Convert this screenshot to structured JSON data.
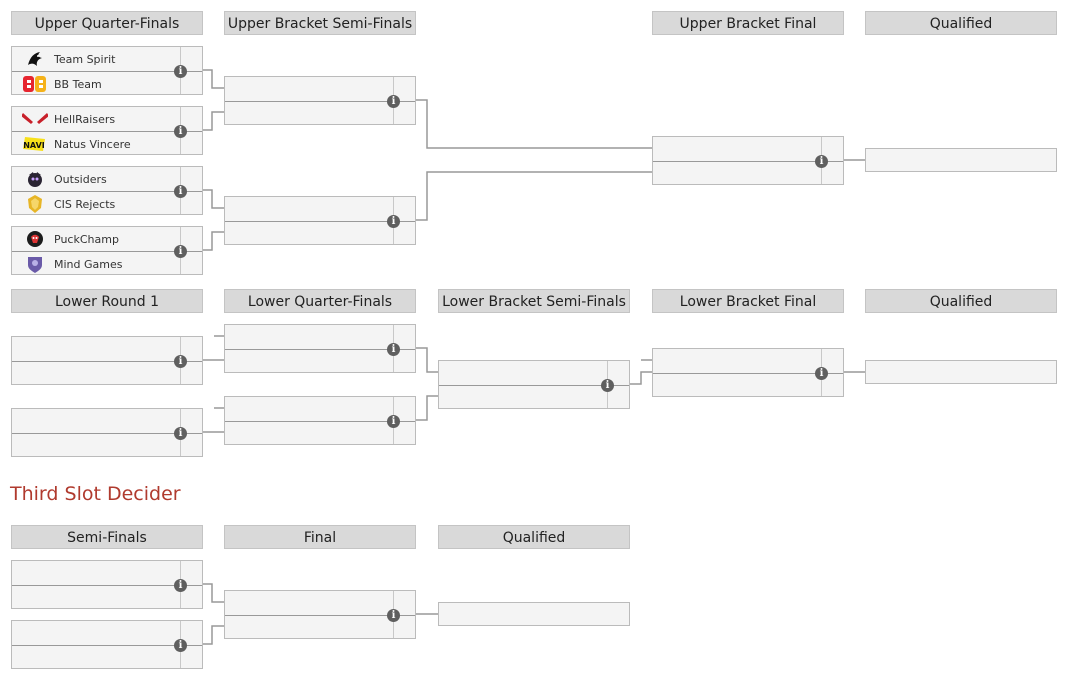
{
  "upper": {
    "headers": [
      "Upper Quarter-Finals",
      "Upper Bracket Semi-Finals",
      "Upper Bracket Final",
      "Qualified"
    ],
    "quarterfinals": [
      {
        "team1": {
          "name": "Team Spirit",
          "logo": "team-spirit-logo"
        },
        "team2": {
          "name": "BB Team",
          "logo": "bb-team-logo"
        }
      },
      {
        "team1": {
          "name": "HellRaisers",
          "logo": "hellraisers-logo"
        },
        "team2": {
          "name": "Natus Vincere",
          "logo": "natus-vincere-logo"
        }
      },
      {
        "team1": {
          "name": "Outsiders",
          "logo": "outsiders-logo"
        },
        "team2": {
          "name": "CIS Rejects",
          "logo": "cis-rejects-logo"
        }
      },
      {
        "team1": {
          "name": "PuckChamp",
          "logo": "puckchamp-logo"
        },
        "team2": {
          "name": "Mind Games",
          "logo": "mind-games-logo"
        }
      }
    ]
  },
  "lower": {
    "headers": [
      "Lower Round 1",
      "Lower Quarter-Finals",
      "Lower Bracket Semi-Finals",
      "Lower Bracket Final",
      "Qualified"
    ]
  },
  "third_slot": {
    "title": "Third Slot Decider",
    "headers": [
      "Semi-Finals",
      "Final",
      "Qualified"
    ]
  },
  "info_glyph": "i",
  "colors": {
    "header_bg": "#d9d9d9",
    "match_bg": "#f4f4f4",
    "connector": "#999999",
    "section_title": "#b03a2e",
    "info_icon": "#5f5f5f"
  }
}
